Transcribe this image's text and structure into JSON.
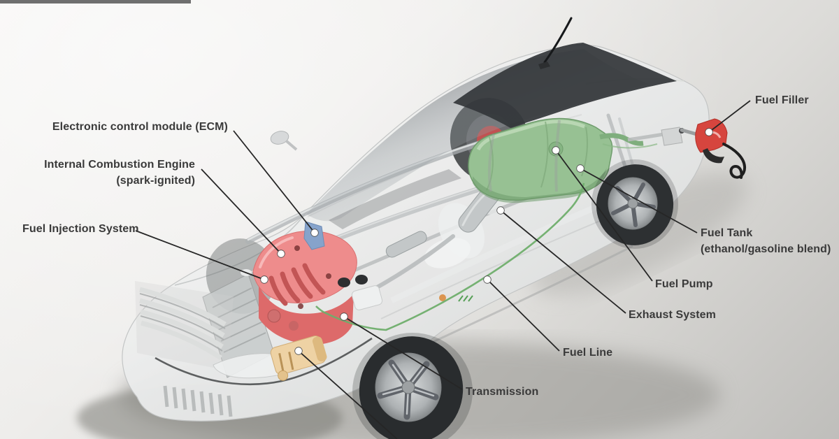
{
  "diagram": {
    "callouts": {
      "ecm": {
        "label": "Electronic control module (ECM)"
      },
      "ice": {
        "label": "Internal Combustion Engine",
        "sublabel": "(spark-ignited)"
      },
      "fuel_injection": {
        "label": "Fuel Injection System"
      },
      "fuel_filler": {
        "label": "Fuel Filler"
      },
      "fuel_tank": {
        "label": "Fuel Tank",
        "sublabel": "(ethanol/gasoline blend)"
      },
      "fuel_pump": {
        "label": "Fuel Pump"
      },
      "exhaust": {
        "label": "Exhaust System"
      },
      "fuel_line": {
        "label": "Fuel Line"
      },
      "transmission": {
        "label": "Transmission"
      }
    },
    "colors": {
      "label_text": "#3a3a3a",
      "leader_line": "#262626",
      "engine": "#ee8c8c",
      "engine_dark": "#dd6a6a",
      "ecm": "#86a3cb",
      "fuel_tank": "#97c193",
      "transmission": "#eed2a4",
      "fuel_nozzle": "#d6453e",
      "fuel_line": "#6fae6c",
      "exhaust_metal": "#c3c7c8",
      "background_top": "#f6f5f3",
      "background_bottom": "#bfbebb",
      "topbar": "#6f6f6f"
    }
  }
}
